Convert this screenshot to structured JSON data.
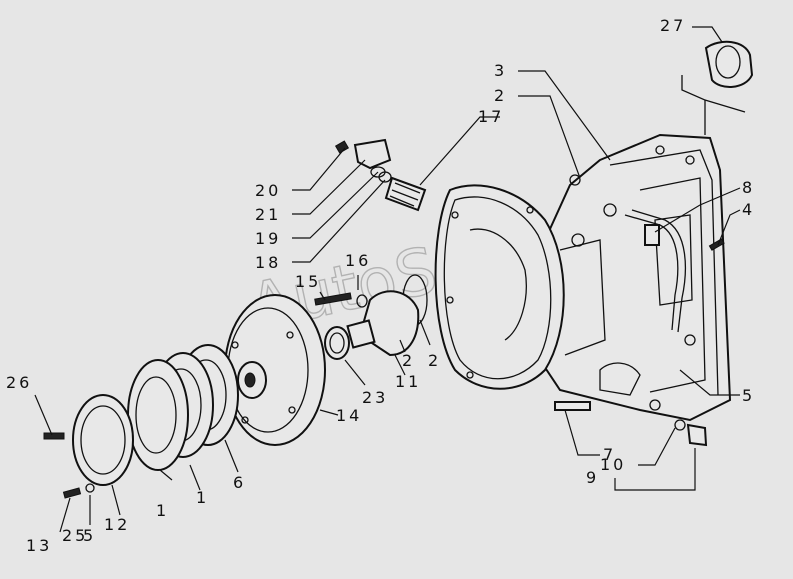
{
  "watermark": "AutoSoft",
  "callouts": {
    "c27": "27",
    "c3": "3",
    "c2": "2",
    "c17": "17",
    "c8": "8",
    "c4": "4",
    "c20": "20",
    "c21": "21",
    "c19": "19",
    "c18": "18",
    "c16": "16",
    "c15": "15",
    "c22a": "2",
    "c22b": "2",
    "c11": "11",
    "c23": "23",
    "c14": "14",
    "c5": "5",
    "c26": "26",
    "c7": "7",
    "c10": "10",
    "c9": "9",
    "c1a": "1",
    "c1b": "1",
    "c6": "6",
    "c12": "12",
    "c13": "13",
    "c25": "25",
    "c5b": "5"
  }
}
